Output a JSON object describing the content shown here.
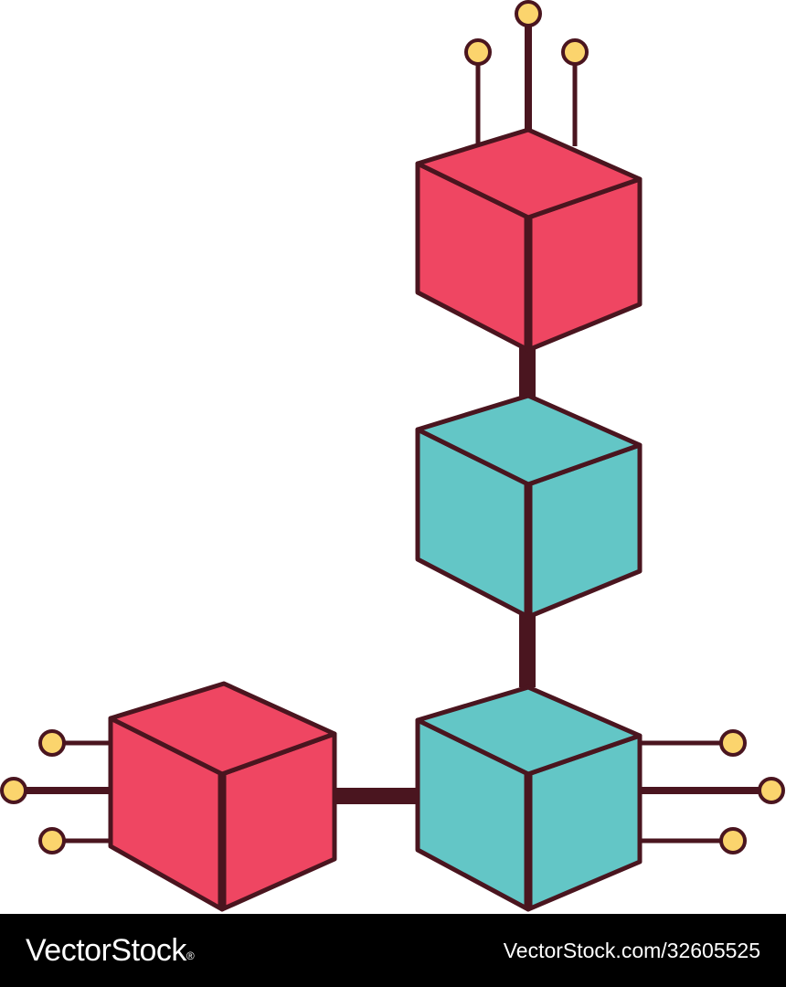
{
  "colors": {
    "background": "#ffffff",
    "outline": "#4a151f",
    "block_red": "#ef4662",
    "block_teal": "#63c6c6",
    "node_fill": "#fbd46d",
    "footer_background": "#000000",
    "footer_text": "#ffffff"
  },
  "illustration": {
    "blocks": [
      {
        "name": "top-red-cube",
        "color": "red"
      },
      {
        "name": "middle-teal-cube",
        "color": "teal"
      },
      {
        "name": "bottom-teal-cube",
        "color": "teal"
      },
      {
        "name": "left-red-cube",
        "color": "red"
      }
    ],
    "connector_icon": "circuit-node-icon"
  },
  "footer": {
    "brand": "VectorStock",
    "brand_mark": "®",
    "image_id": "VectorStock.com/32605525"
  }
}
